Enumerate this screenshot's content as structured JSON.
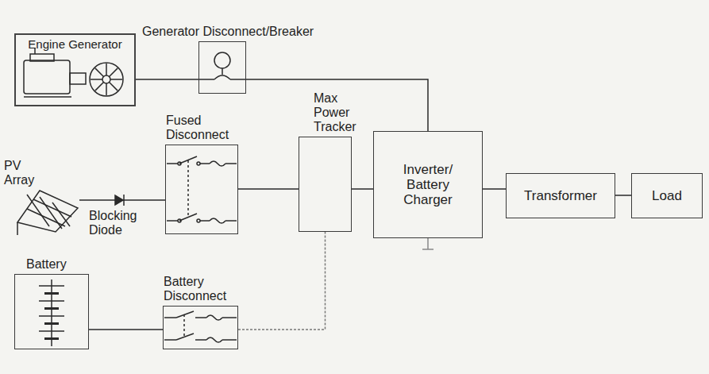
{
  "diagram": {
    "nodes": [
      {
        "text": [
          "Engine Generator"
        ]
      },
      {
        "text": [
          "Generator Disconnect/Breaker"
        ]
      },
      {
        "text": [
          "PV Array"
        ]
      },
      {
        "text": [
          "Fused Disconnect"
        ]
      },
      {
        "text": [
          "Max Power Tracker"
        ]
      },
      {
        "text": [
          "Inverter/ Battery Charger"
        ]
      },
      {
        "text": [
          "Transformer"
        ]
      },
      {
        "text": [
          "Load"
        ]
      },
      {
        "text": [
          "Battery"
        ]
      },
      {
        "text": [
          "Battery Disconnect"
        ]
      }
    ],
    "edges": [
      {
        "from": 0,
        "to": 1,
        "arrow": "none"
      },
      {
        "from": 1,
        "to": 5,
        "arrow": "none"
      },
      {
        "from": 2,
        "to": 3,
        "arrow": "none"
      },
      {
        "from": 3,
        "to": 4,
        "arrow": "none"
      },
      {
        "from": 4,
        "to": 5,
        "arrow": "none"
      },
      {
        "from": 5,
        "to": 6,
        "arrow": "none"
      },
      {
        "from": 6,
        "to": 7,
        "arrow": "none"
      },
      {
        "from": 8,
        "to": 9,
        "arrow": "none"
      },
      {
        "from": 9,
        "to": 4,
        "arrow": "none"
      }
    ],
    "labels": [
      "Blocking Diode"
    ]
  }
}
